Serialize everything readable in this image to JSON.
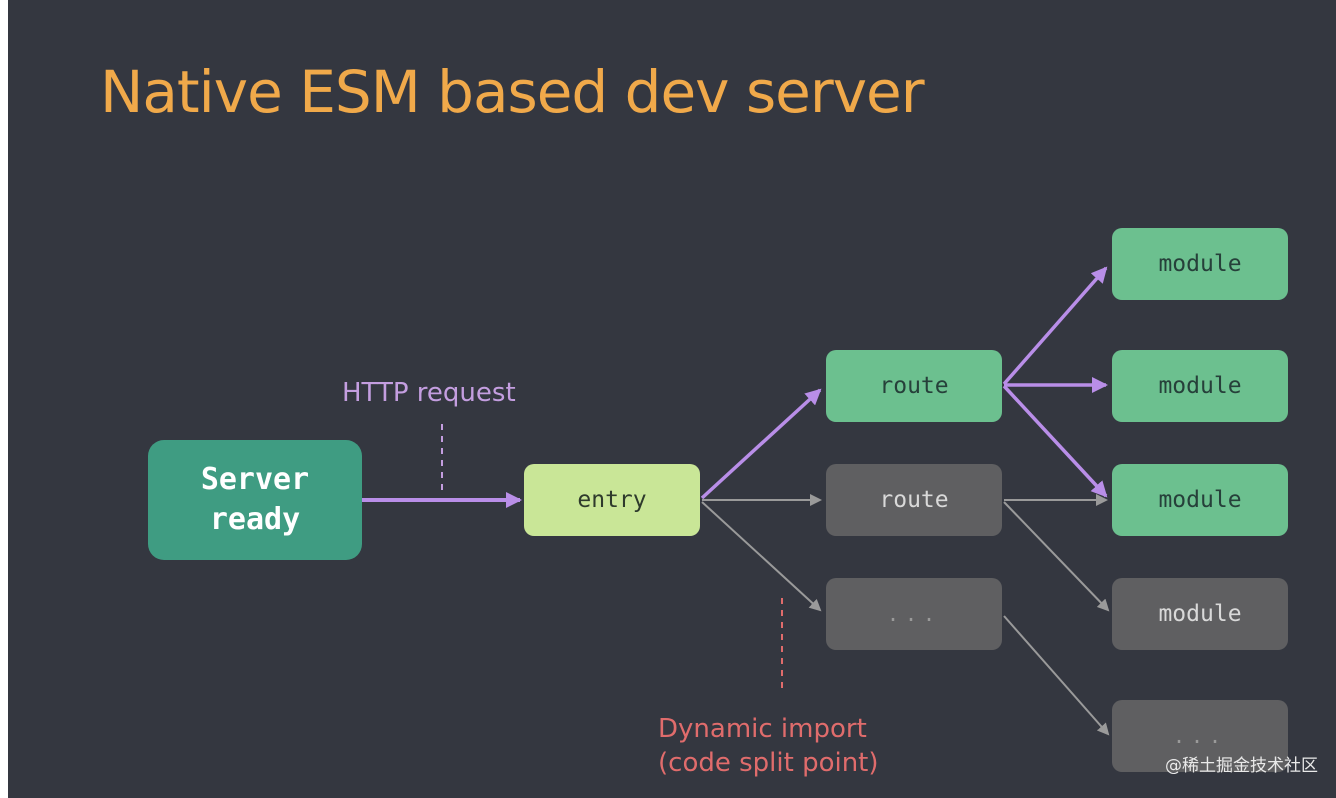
{
  "title": "Native ESM based dev server",
  "labels": {
    "http_request": "HTTP request",
    "dynamic_import_line1": "Dynamic import",
    "dynamic_import_line2": "(code split point)"
  },
  "nodes": {
    "server_line1": "Server",
    "server_line2": "ready",
    "entry": "entry",
    "route_active": "route",
    "route_inactive": "route",
    "route_dots": "...",
    "module_1": "module",
    "module_2": "module",
    "module_3": "module",
    "module_4": "module",
    "module_dots": "..."
  },
  "watermark": "@稀土掘金技术社区",
  "colors": {
    "background": "#343740",
    "title": "#f0a94a",
    "server": "#3f9c82",
    "entry": "#c9e697",
    "loaded": "#6cc08f",
    "unloaded": "#5f5f61",
    "active_edge": "#b98ee8",
    "inactive_edge": "#9a9a9a",
    "http_label": "#c49ee0",
    "dynamic_label": "#e06c6c"
  }
}
